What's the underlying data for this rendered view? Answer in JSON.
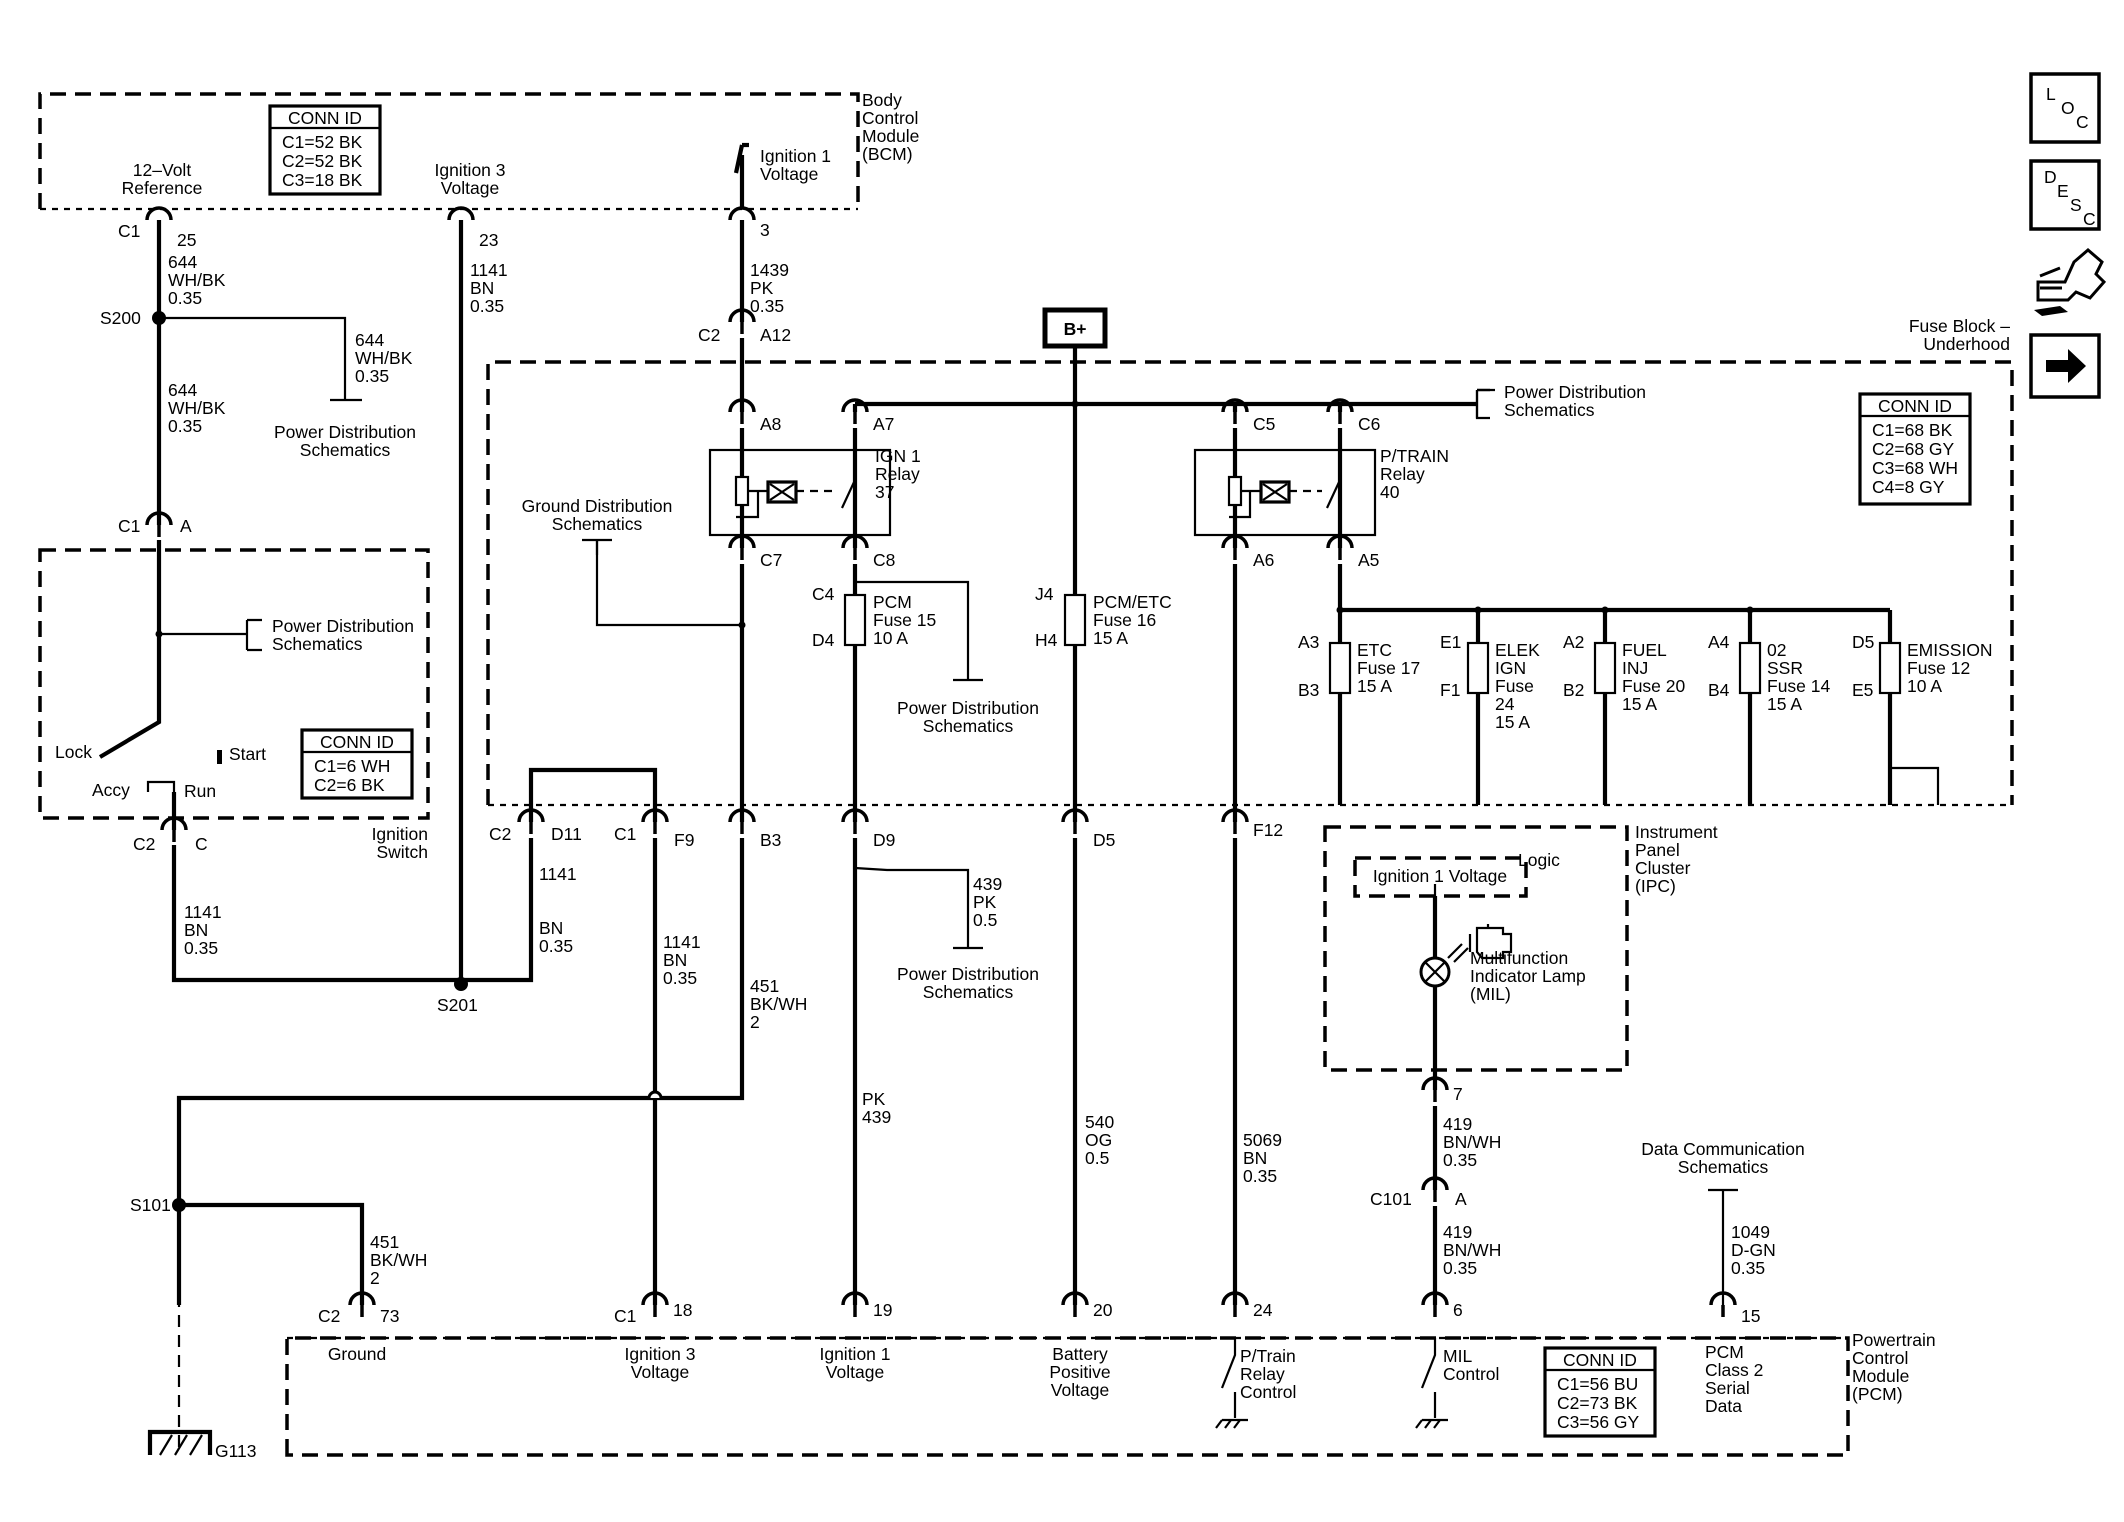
{
  "modules": {
    "bcm": {
      "lines": [
        "Body",
        "Control",
        "Module",
        "(BCM)"
      ],
      "conn_title": "CONN ID",
      "conn": [
        "C1=52 BK",
        "C2=52 BK",
        "C3=18 BK"
      ]
    },
    "fuse_block": {
      "lines": [
        "Fuse Block –",
        "Underhood"
      ],
      "conn_title": "CONN ID",
      "conn": [
        "C1=68 BK",
        "C2=68 GY",
        "C3=68 WH",
        "C4=8 GY"
      ]
    },
    "ignition_switch": {
      "lines": [
        "Ignition",
        "Switch"
      ],
      "conn_title": "CONN ID",
      "conn": [
        "C1=6 WH",
        "C2=6 BK"
      ],
      "positions": {
        "lock": "Lock",
        "start": "Start",
        "accy": "Accy",
        "run": "Run"
      }
    },
    "ipc": {
      "lines": [
        "Instrument",
        "Panel",
        "Cluster",
        "(IPC)"
      ],
      "logic": "Logic",
      "ign_voltage": "Ignition 1 Voltage",
      "mil": [
        "Multifunction",
        "Indicator Lamp",
        "(MIL)"
      ]
    },
    "pcm": {
      "lines": [
        "Powertrain",
        "Control",
        "Module",
        "(PCM)"
      ],
      "conn_title": "CONN ID",
      "conn": [
        "C1=56 BU",
        "C2=73 BK",
        "C3=56 GY"
      ]
    }
  },
  "bcm_signals": {
    "ref12": [
      "12–Volt",
      "Reference"
    ],
    "ign3": [
      "Ignition 3",
      "Voltage"
    ],
    "ign1": [
      "Ignition 1",
      "Voltage"
    ]
  },
  "pcm_signals": {
    "ground": "Ground",
    "ign3": [
      "Ignition 3",
      "Voltage"
    ],
    "ign1": [
      "Ignition 1",
      "Voltage"
    ],
    "batt": [
      "Battery",
      "Positive",
      "Voltage"
    ],
    "ptrain": [
      "P/Train",
      "Relay",
      "Control"
    ],
    "mil": [
      "MIL",
      "Control"
    ],
    "class2": [
      "PCM",
      "Class 2",
      "Serial",
      "Data"
    ]
  },
  "relays": {
    "ign1": [
      "IGN 1",
      "Relay",
      "37"
    ],
    "ptrain": [
      "P/TRAIN",
      "Relay",
      "40"
    ]
  },
  "fuses": {
    "pcm": [
      "PCM",
      "Fuse 15",
      "10 A"
    ],
    "pcm_etc": [
      "PCM/ETC",
      "Fuse 16",
      "15 A"
    ],
    "etc": [
      "ETC",
      "Fuse 17",
      "15 A"
    ],
    "elek": [
      "ELEK",
      "IGN",
      "Fuse",
      "24",
      "15 A"
    ],
    "fuel": [
      "FUEL",
      "INJ",
      "Fuse 20",
      "15 A"
    ],
    "o2": [
      "02",
      "SSR",
      "Fuse 14",
      "15 A"
    ],
    "emission": [
      "EMISSION",
      "Fuse 12",
      "10 A"
    ]
  },
  "references": {
    "power_dist": [
      "Power Distribution",
      "Schematics"
    ],
    "ground_dist": [
      "Ground Distribution",
      "Schematics"
    ],
    "data_comm": [
      "Data Communication",
      "Schematics"
    ]
  },
  "b_plus": "B+",
  "splices": {
    "s200": "S200",
    "s201": "S201",
    "s101": "S101",
    "g113": "G113"
  },
  "connectors": {
    "c1": "C1",
    "c2": "C2",
    "c4": "C4",
    "j4": "J4",
    "c101": "C101",
    "p25": "25",
    "p23": "23",
    "p3": "3",
    "a12": "A12",
    "a": "A",
    "c": "C",
    "a8": "A8",
    "a7": "A7",
    "c5": "C5",
    "c6": "C6",
    "c7": "C7",
    "c8": "C8",
    "a6": "A6",
    "a5": "A5",
    "d4": "D4",
    "h4": "H4",
    "a3": "A3",
    "b3": "B3",
    "e1": "E1",
    "f1": "F1",
    "a2": "A2",
    "b2": "B2",
    "a4": "A4",
    "b4": "B4",
    "d5": "D5",
    "e5": "E5",
    "d11": "D11",
    "f9": "F9",
    "d9": "D9",
    "f12": "F12",
    "p7": "7",
    "p73": "73",
    "p18": "18",
    "p19": "19",
    "p20": "20",
    "p24": "24",
    "p6": "6",
    "p15": "15"
  },
  "wires": {
    "w644a": [
      "644",
      "WH/BK",
      "0.35"
    ],
    "w644b": [
      "644",
      "WH/BK",
      "0.35"
    ],
    "w644c": [
      "644",
      "WH/BK",
      "0.35"
    ],
    "w1141a": [
      "1141",
      "BN",
      "0.35"
    ],
    "w1439": [
      "1439",
      "PK",
      "0.35"
    ],
    "w1141b": [
      "1141",
      "BN",
      "0.35"
    ],
    "w1141c": [
      "1141",
      "BN",
      "0.35"
    ],
    "w1141d": [
      "1141",
      "BN",
      "0.35"
    ],
    "w451a": [
      "451",
      "BK/WH",
      "2"
    ],
    "w439": [
      "439",
      "PK",
      "0.5"
    ],
    "w439b": [
      "PK",
      "439"
    ],
    "w540": [
      "540",
      "OG",
      "0.5"
    ],
    "w5069": [
      "5069",
      "BN",
      "0.35"
    ],
    "w419a": [
      "419",
      "BN/WH",
      "0.35"
    ],
    "w419b": [
      "419",
      "BN/WH",
      "0.35"
    ],
    "w1049": [
      "1049",
      "D-GN",
      "0.35"
    ],
    "w451b": [
      "451",
      "BK/WH",
      "2"
    ]
  },
  "nav": {
    "loc": [
      "L",
      "O",
      "C"
    ],
    "desc": [
      "D",
      "E",
      "S",
      "C"
    ],
    "icons": [
      "component-icon",
      "arrow-right-icon"
    ]
  }
}
